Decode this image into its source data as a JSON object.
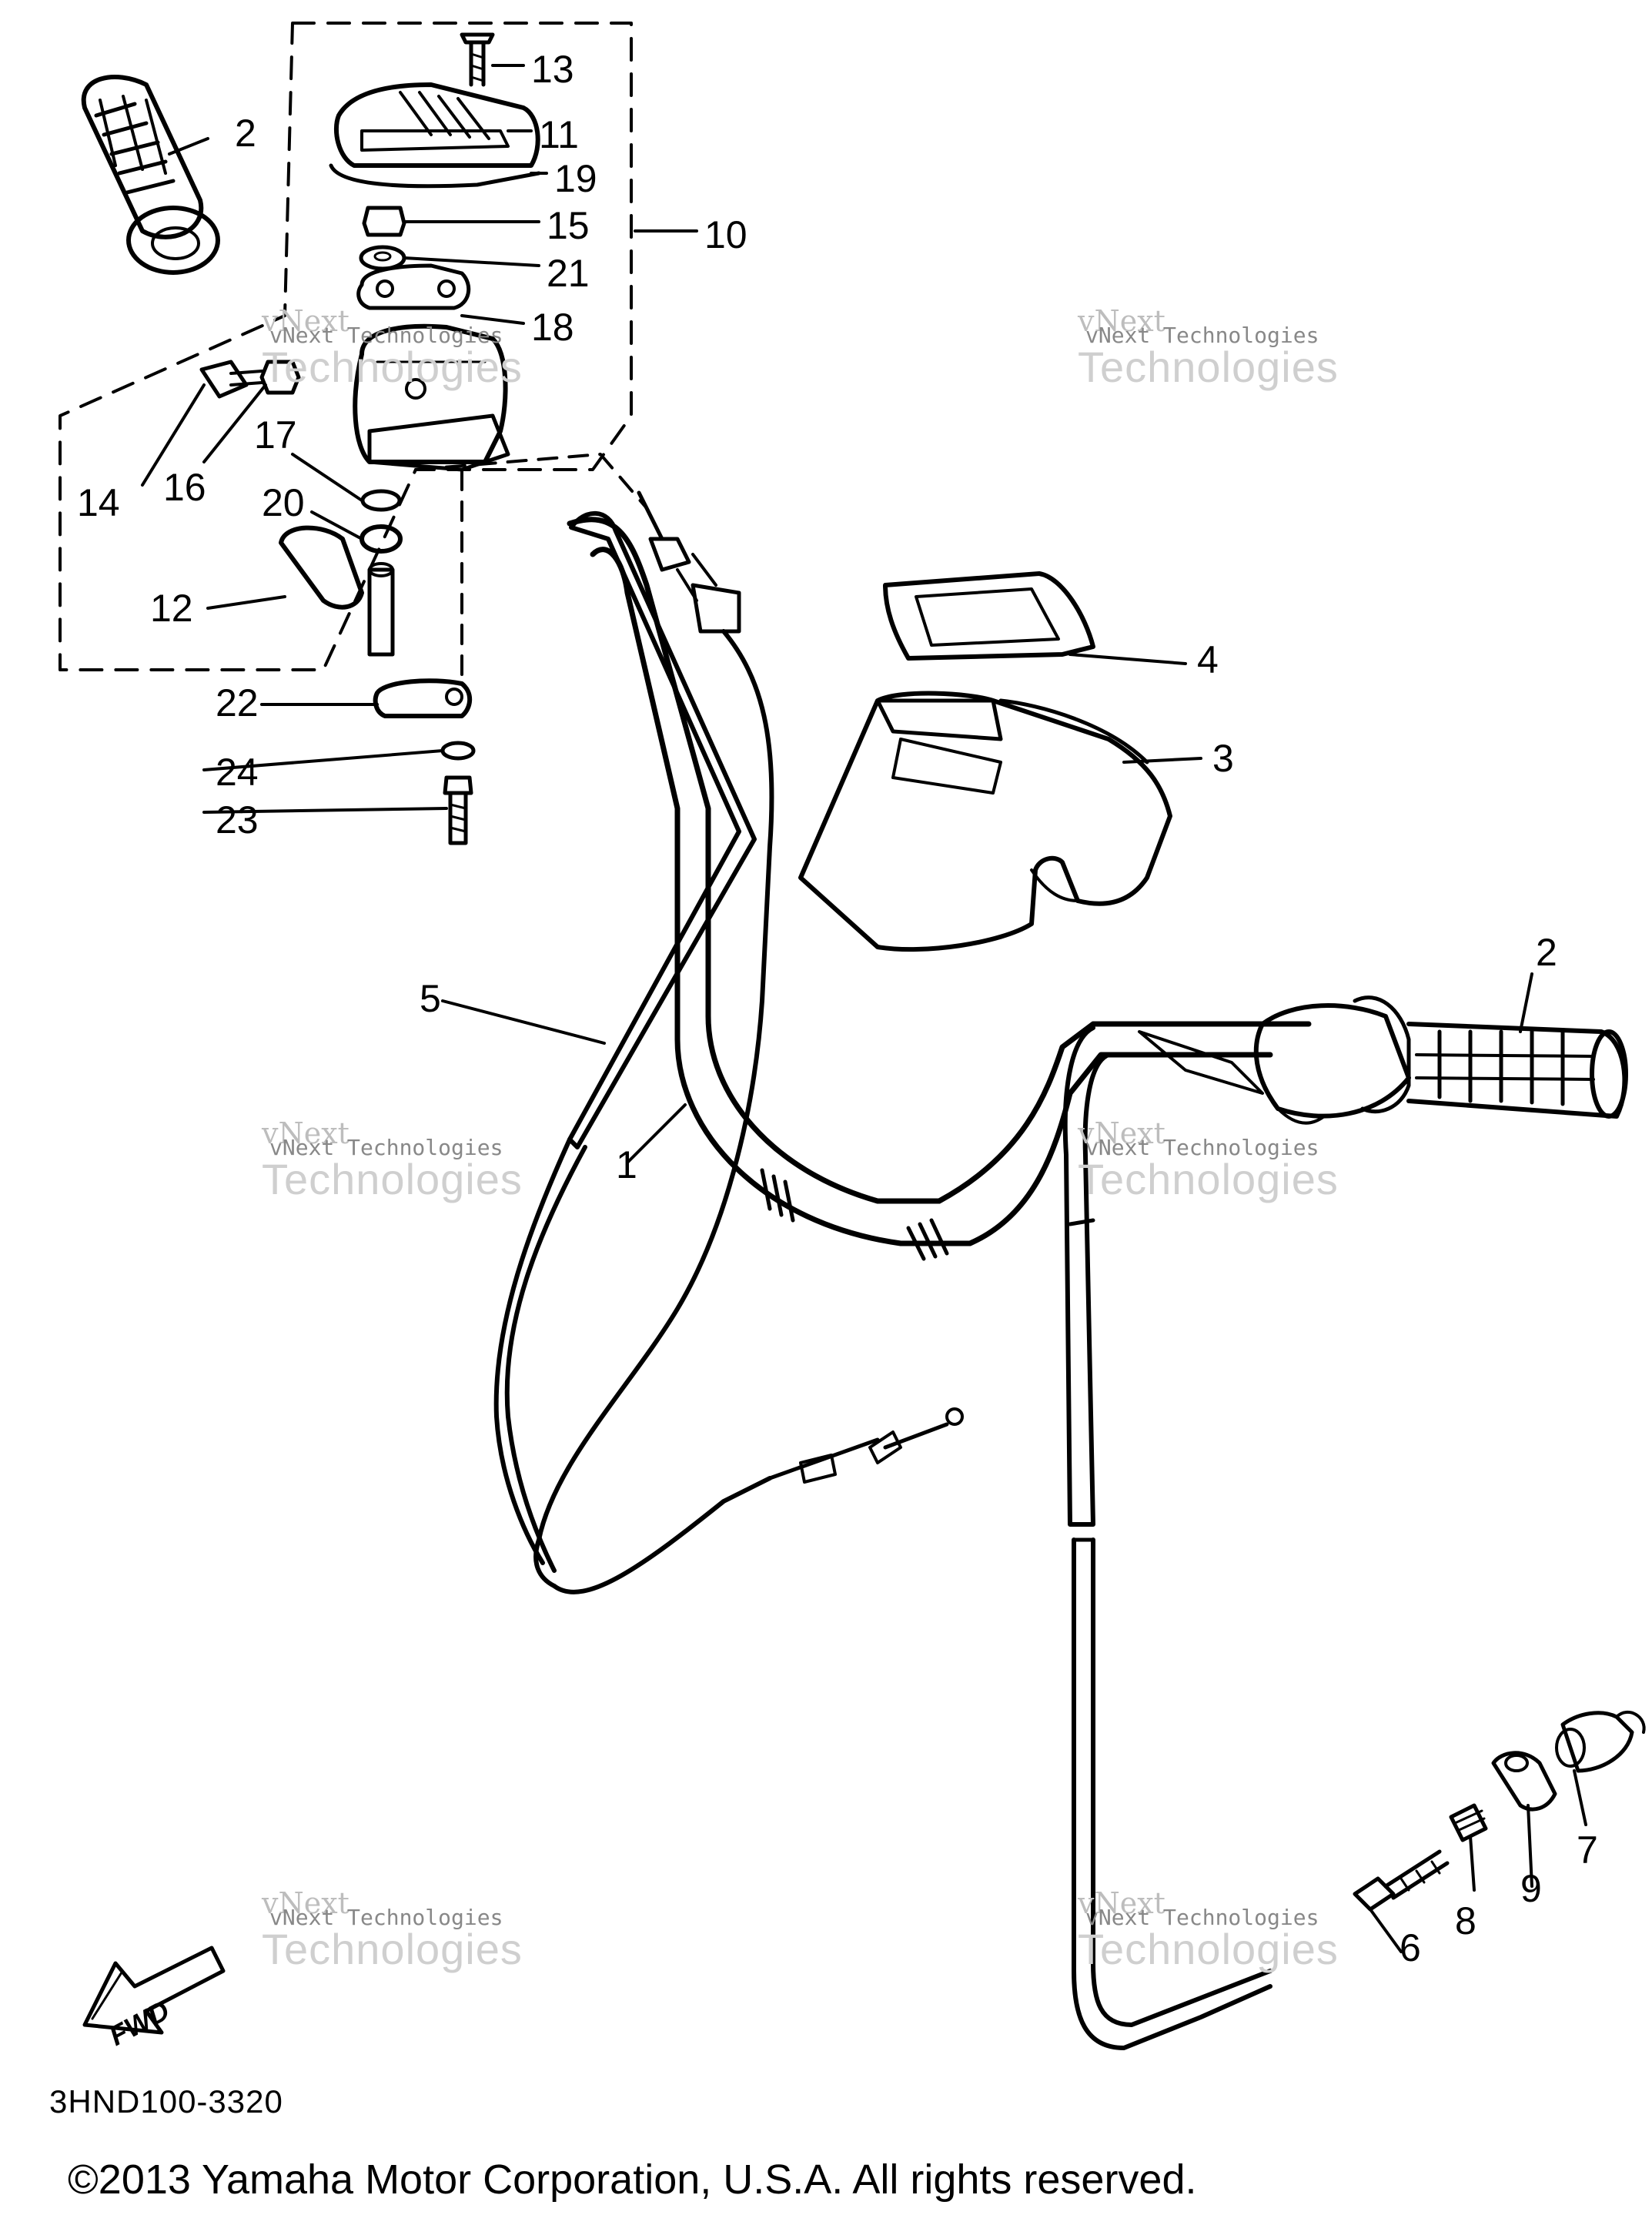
{
  "callouts": [
    {
      "id": "c13a",
      "text": "13"
    },
    {
      "id": "c2a",
      "text": "2"
    },
    {
      "id": "c11",
      "text": "11"
    },
    {
      "id": "c19",
      "text": "19"
    },
    {
      "id": "c15",
      "text": "15"
    },
    {
      "id": "c10",
      "text": "10"
    },
    {
      "id": "c21",
      "text": "21"
    },
    {
      "id": "c18",
      "text": "18"
    },
    {
      "id": "c14",
      "text": "14"
    },
    {
      "id": "c16",
      "text": "16"
    },
    {
      "id": "c17",
      "text": "17"
    },
    {
      "id": "c20",
      "text": "20"
    },
    {
      "id": "c12",
      "text": "12"
    },
    {
      "id": "c4",
      "text": "4"
    },
    {
      "id": "c3",
      "text": "3"
    },
    {
      "id": "c22",
      "text": "22"
    },
    {
      "id": "c24",
      "text": "24"
    },
    {
      "id": "c23",
      "text": "23"
    },
    {
      "id": "c5",
      "text": "5"
    },
    {
      "id": "c1",
      "text": "1"
    },
    {
      "id": "c2b",
      "text": "2"
    },
    {
      "id": "c7",
      "text": "7"
    },
    {
      "id": "c9",
      "text": "9"
    },
    {
      "id": "c8",
      "text": "8"
    },
    {
      "id": "c6",
      "text": "6"
    }
  ],
  "watermark": {
    "line1": "vNext",
    "line2": "vNext Technologies",
    "line3": "Technologies"
  },
  "fwd_label": "FWD",
  "part_code": "3HND100-3320",
  "copyright": "©2013 Yamaha Motor Corporation, U.S.A. All rights reserved.",
  "colors": {
    "line": "#000000",
    "background": "#ffffff",
    "watermark": "#bdbdbd"
  }
}
